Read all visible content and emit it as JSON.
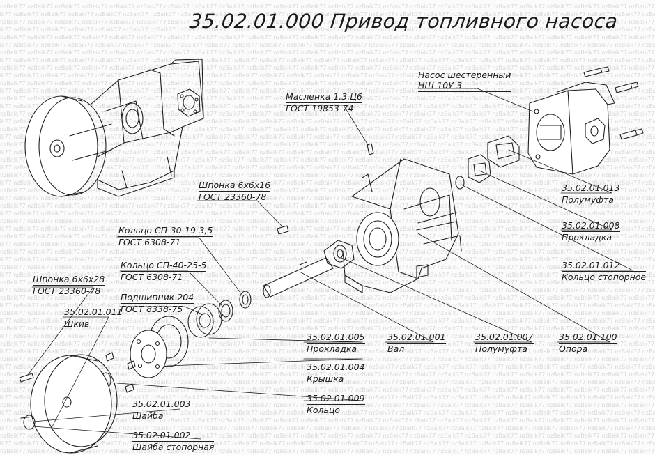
{
  "title": "35.02.01.000 Привод топливного насоса",
  "watermark_text": "nzBaik77",
  "callouts": {
    "pump": {
      "line1": "Насос шестеренный",
      "line2": "НШ-10У-3"
    },
    "oiler": {
      "line1": "Масленка 1.3.Ц6",
      "line2": "ГОСТ 19853-74"
    },
    "key16": {
      "line1": "Шпонка 6х6х16",
      "line2": "ГОСТ 23360-78"
    },
    "ring30": {
      "line1": "Кольцо СП-30-19-3,5",
      "line2": "ГОСТ 6308-71"
    },
    "ring40": {
      "line1": "Кольцо СП-40-25-5",
      "line2": "ГОСТ 6308-71"
    },
    "bearing": {
      "line1": "Подшипник 204",
      "line2": "ГОСТ 8338-75"
    },
    "key28": {
      "line1": "Шпонка 6х6х28",
      "line2": "ГОСТ 23360-78"
    },
    "pulley": {
      "code": "35.02.01.011",
      "name": "Шкив"
    },
    "washer": {
      "code": "35.02.01.003",
      "name": "Шайба"
    },
    "lockwasher": {
      "code": "35.02.01.002",
      "name": "Шайба стопорная"
    },
    "gasket5": {
      "code": "35.02.01.005",
      "name": "Прокладка"
    },
    "cover": {
      "code": "35.02.01.004",
      "name": "Крышка"
    },
    "rings9": {
      "code": "35.02.01.009",
      "name": "Кольцо"
    },
    "shaft": {
      "code": "35.02.01.001",
      "name": "Вал"
    },
    "halfcoupling7": {
      "code": "35.02.01.007",
      "name": "Полумуфта"
    },
    "support": {
      "code": "35.02.01.100",
      "name": "Опора"
    },
    "halfcoupling13": {
      "code": "35.02.01.013",
      "name": "Полумуфта"
    },
    "gasket8": {
      "code": "35.02.01.008",
      "name": "Прокладка"
    },
    "snapring": {
      "code": "35.02.01.012",
      "name": "Кольцо стопорное"
    }
  }
}
